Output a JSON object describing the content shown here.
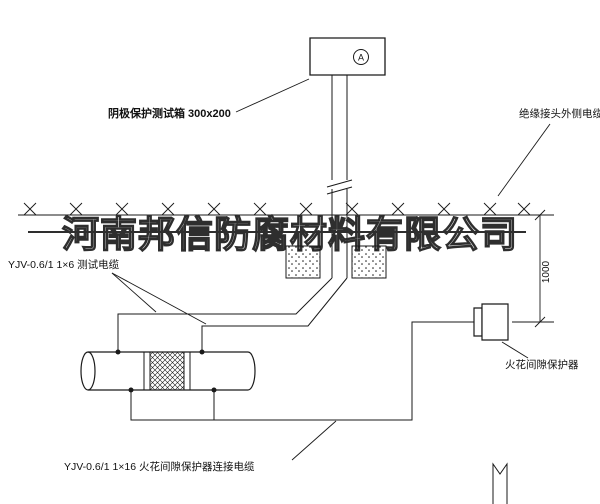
{
  "drawing": {
    "watermark": "河南邦信防腐材料有限公司",
    "labels": {
      "test_box": "阴极保护测试箱 300x200",
      "insulated_joint_outer_cable": "绝缘接头外侧电缆",
      "test_cable": "YJV-0.6/1 1×6  测试电缆",
      "spark_gap_protector": "火花间隙保护器",
      "spark_gap_cable": "YJV-0.6/1 1×16  火花间隙保护器连接电缆",
      "dimension": "1000",
      "box_marker": "A"
    },
    "colors": {
      "line": "#1a1a1a",
      "watermark": "#2e2e2e",
      "background": "#ffffff"
    }
  }
}
